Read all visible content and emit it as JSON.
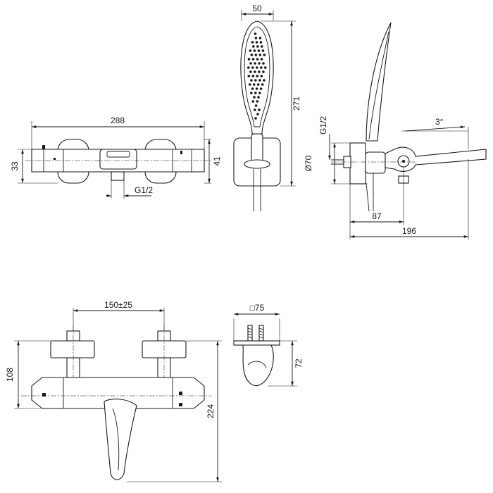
{
  "dimensions": {
    "front_width": "288",
    "front_height_33": "33",
    "front_height_41": "41",
    "front_thread": "G1/2",
    "shower_width": "50",
    "shower_height": "271",
    "side_thread": "G1/2",
    "side_diameter": "Ø70",
    "side_angle": "3°",
    "side_depth_87": "87",
    "side_depth_196": "196",
    "top_spacing": "150±25",
    "top_height_108": "108",
    "top_height_224": "224",
    "detail_square": "□75",
    "detail_height": "72"
  }
}
